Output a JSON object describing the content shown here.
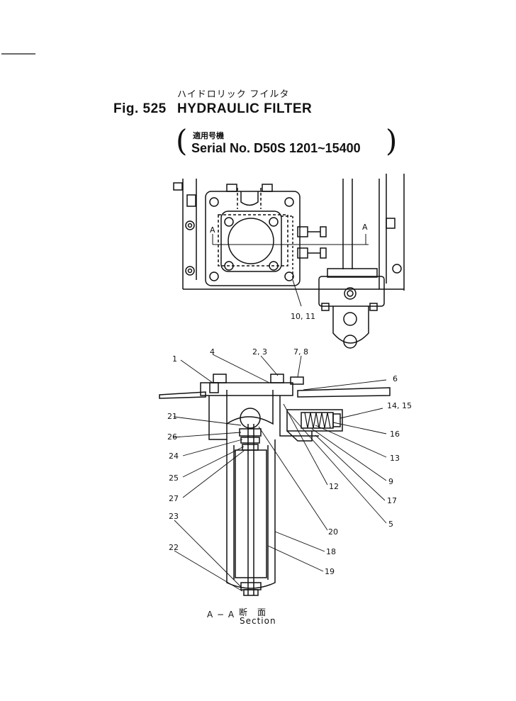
{
  "header": {
    "kana_title": "ハイドロリック フイルタ",
    "fig_label": "Fig. 525",
    "title": "HYDRAULIC FILTER",
    "serial_kanji": "適用号機",
    "serial_text": "Serial No. D50S 1201~15400",
    "paren_open": "(",
    "paren_close": ")"
  },
  "upper_view": {
    "section_mark_left": "A",
    "section_mark_right": "A",
    "callout": "10, 11"
  },
  "callouts": [
    "1",
    "4",
    "2, 3",
    "7, 8",
    "6",
    "21",
    "26",
    "24",
    "25",
    "27",
    "14, 15",
    "16",
    "13",
    "9",
    "17",
    "12",
    "5",
    "20",
    "18",
    "19",
    "23",
    "22"
  ],
  "caption": {
    "section_prefix": "A − A",
    "section_kanji": "断　面",
    "section_word": "Section"
  },
  "colors": {
    "ink": "#111111",
    "paper": "#ffffff"
  }
}
